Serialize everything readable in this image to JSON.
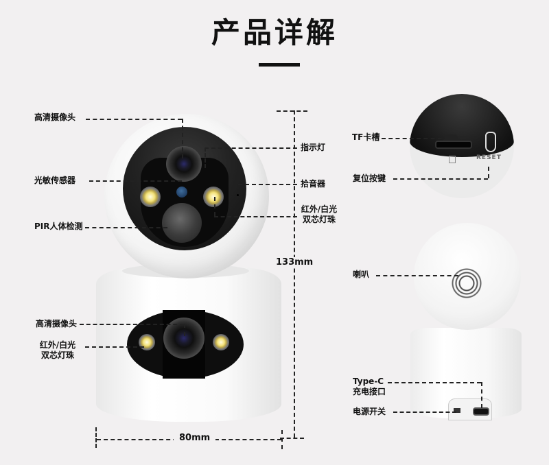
{
  "title": "产品详解",
  "main_camera": {
    "labels": {
      "hd_camera_top": "高清摄像头",
      "light_sensor": "光敏传感器",
      "pir": "PIR人体检测",
      "indicator": "指示灯",
      "mic": "拾音器",
      "ir_led_top_line1": "红外/白光",
      "ir_led_top_line2": "双芯灯珠",
      "hd_camera_bottom": "高清摄像头",
      "ir_led_bottom_line1": "红外/白光",
      "ir_led_bottom_line2": "双芯灯珠"
    },
    "dimensions": {
      "height": "133mm",
      "width": "80mm"
    }
  },
  "top_closeup": {
    "labels": {
      "tf_slot": "TF卡槽",
      "reset": "复位按键"
    },
    "reset_text": "RESET"
  },
  "back_view": {
    "labels": {
      "speaker": "喇叭",
      "typec_line1": "Type-C",
      "typec_line2": "充电接口",
      "power_switch": "电源开关"
    }
  }
}
